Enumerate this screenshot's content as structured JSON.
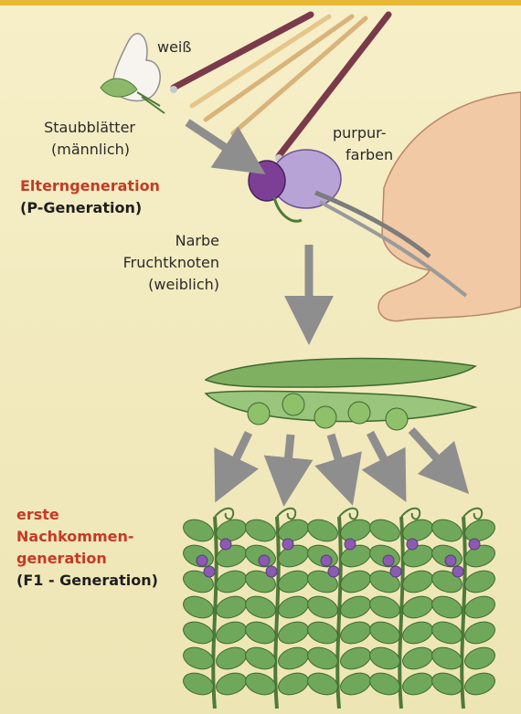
{
  "labels": {
    "white": "weiß",
    "stamens": "Staubblätter",
    "male": "(männlich)",
    "purple_1": "purpur-",
    "purple_2": "farben",
    "parent_gen": "Elterngeneration",
    "p_gen": "(P-Generation)",
    "stigma": "Narbe",
    "ovary": "Fruchtknoten",
    "female": "(weiblich)",
    "f1_line1": "erste",
    "f1_line2": "Nachkommen-",
    "f1_line3": "generation",
    "f1_line4": "(F1 - Generation)"
  },
  "colors": {
    "accent_red": "#c53a26",
    "arrow_gray": "#8e8e8e",
    "leaf_green": "#6fa85a",
    "flower_purple": "#8a5bb0"
  },
  "counts": {
    "offspring_plants": 5,
    "peas_in_pod": 5
  }
}
